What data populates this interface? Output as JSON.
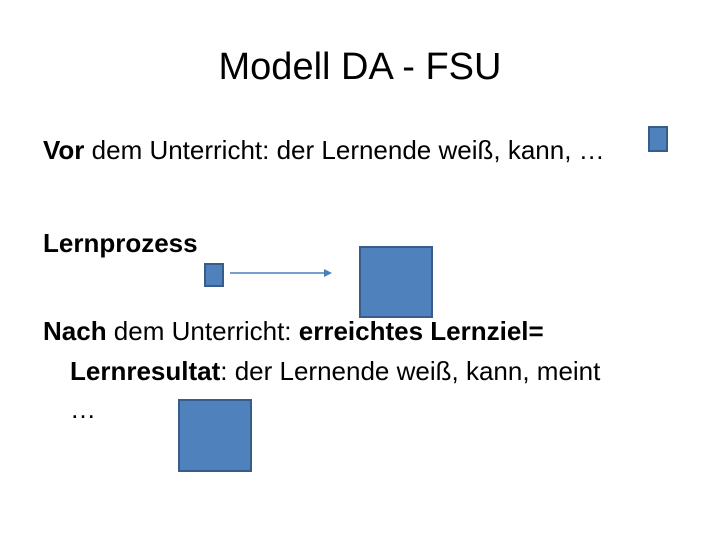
{
  "slide": {
    "title": "Modell DA - FSU",
    "line1": {
      "bold": "Vor",
      "rest": " dem Unterricht: der Lernende weiß, kann, …"
    },
    "line2": {
      "bold": "Lernprozess"
    },
    "line3": {
      "bold1": "Nach",
      "text1": " dem Unterricht: ",
      "bold2": "erreichtes Lernziel=",
      "bold3": "Lernresultat",
      "text2": ": der Lernende weiß, kann, meint",
      "ellipsis": "…"
    },
    "colors": {
      "square_fill": "#4f81bd",
      "square_border": "#385d8a",
      "arrow": "#4a7ebb"
    }
  }
}
